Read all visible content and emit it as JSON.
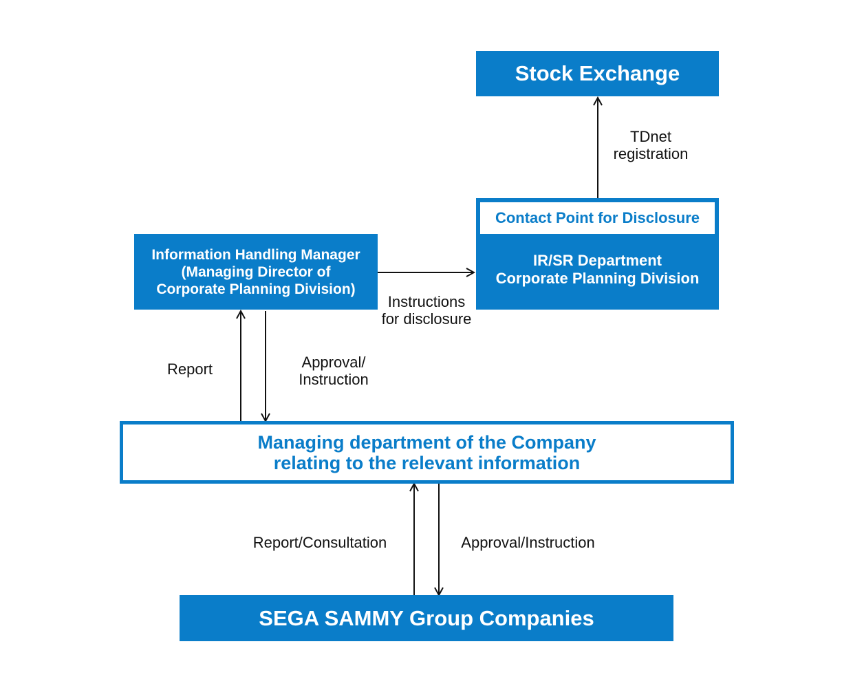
{
  "nodes": {
    "stock_exchange": "Stock Exchange",
    "info_manager": "Information Handling Manager\n(Managing Director of\nCorporate Planning Division)",
    "contact_point": "Contact Point for Disclosure",
    "ir_sr": "IR/SR Department\nCorporate Planning Division",
    "managing_department": "Managing department of the Company\nrelating to the relevant information",
    "group_companies": "SEGA SAMMY Group Companies"
  },
  "edges": {
    "tdnet": "TDnet\nregistration",
    "instructions": "Instructions\nfor disclosure",
    "report": "Report",
    "approval_instruction_upper": "Approval/\nInstruction",
    "report_consultation": "Report/Consultation",
    "approval_instruction_lower": "Approval/Instruction"
  },
  "colors": {
    "accent": "#0a7dc9",
    "line": "#111111"
  }
}
